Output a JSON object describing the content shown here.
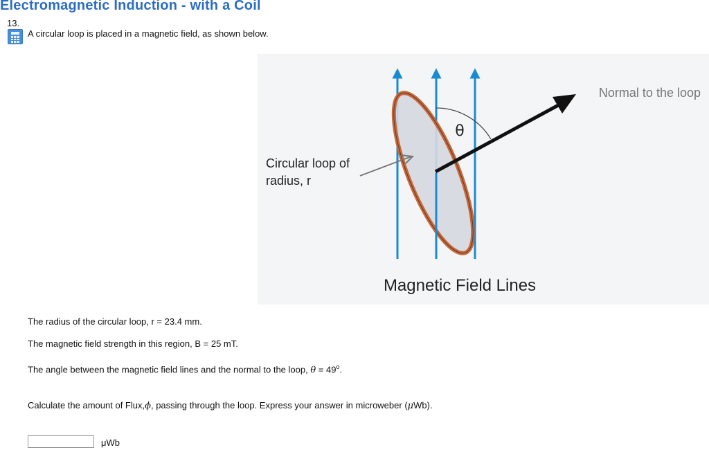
{
  "header": {
    "title": "Electromagnetic Induction - with a Coil"
  },
  "question": {
    "number": "13.",
    "prompt": "A circular loop is placed in a magnetic field, as shown below.",
    "figure": {
      "normal_label": "Normal to the loop",
      "loop_label_line1": "Circular loop of",
      "loop_label_line2": "radius, r",
      "theta_symbol": "θ",
      "field_label": "Magnetic Field Lines",
      "colors": {
        "field_lines": "#1a8bd0",
        "loop_ring": "#c8683a",
        "loop_fill": "#d5d8de",
        "background": "#f4f5f7"
      }
    },
    "radius_text": "The radius of the circular loop, r = 23.4 mm.",
    "field_text": "The magnetic field strength in this region, B = 25 mT.",
    "angle_text_prefix": "The angle between the magnetic field lines and the normal to the loop, ",
    "angle_symbol": "θ",
    "angle_text_value": " = 49",
    "angle_degree": "o",
    "angle_text_suffix": ".",
    "task_text_prefix": "Calculate the amount of Flux,",
    "phi_symbol": "ϕ",
    "task_text_middle": ", passing through the loop. Express your answer in microweber (",
    "mu_symbol": "μ",
    "task_text_suffix": "Wb).",
    "answer": {
      "value": "",
      "unit": "μWb"
    }
  }
}
